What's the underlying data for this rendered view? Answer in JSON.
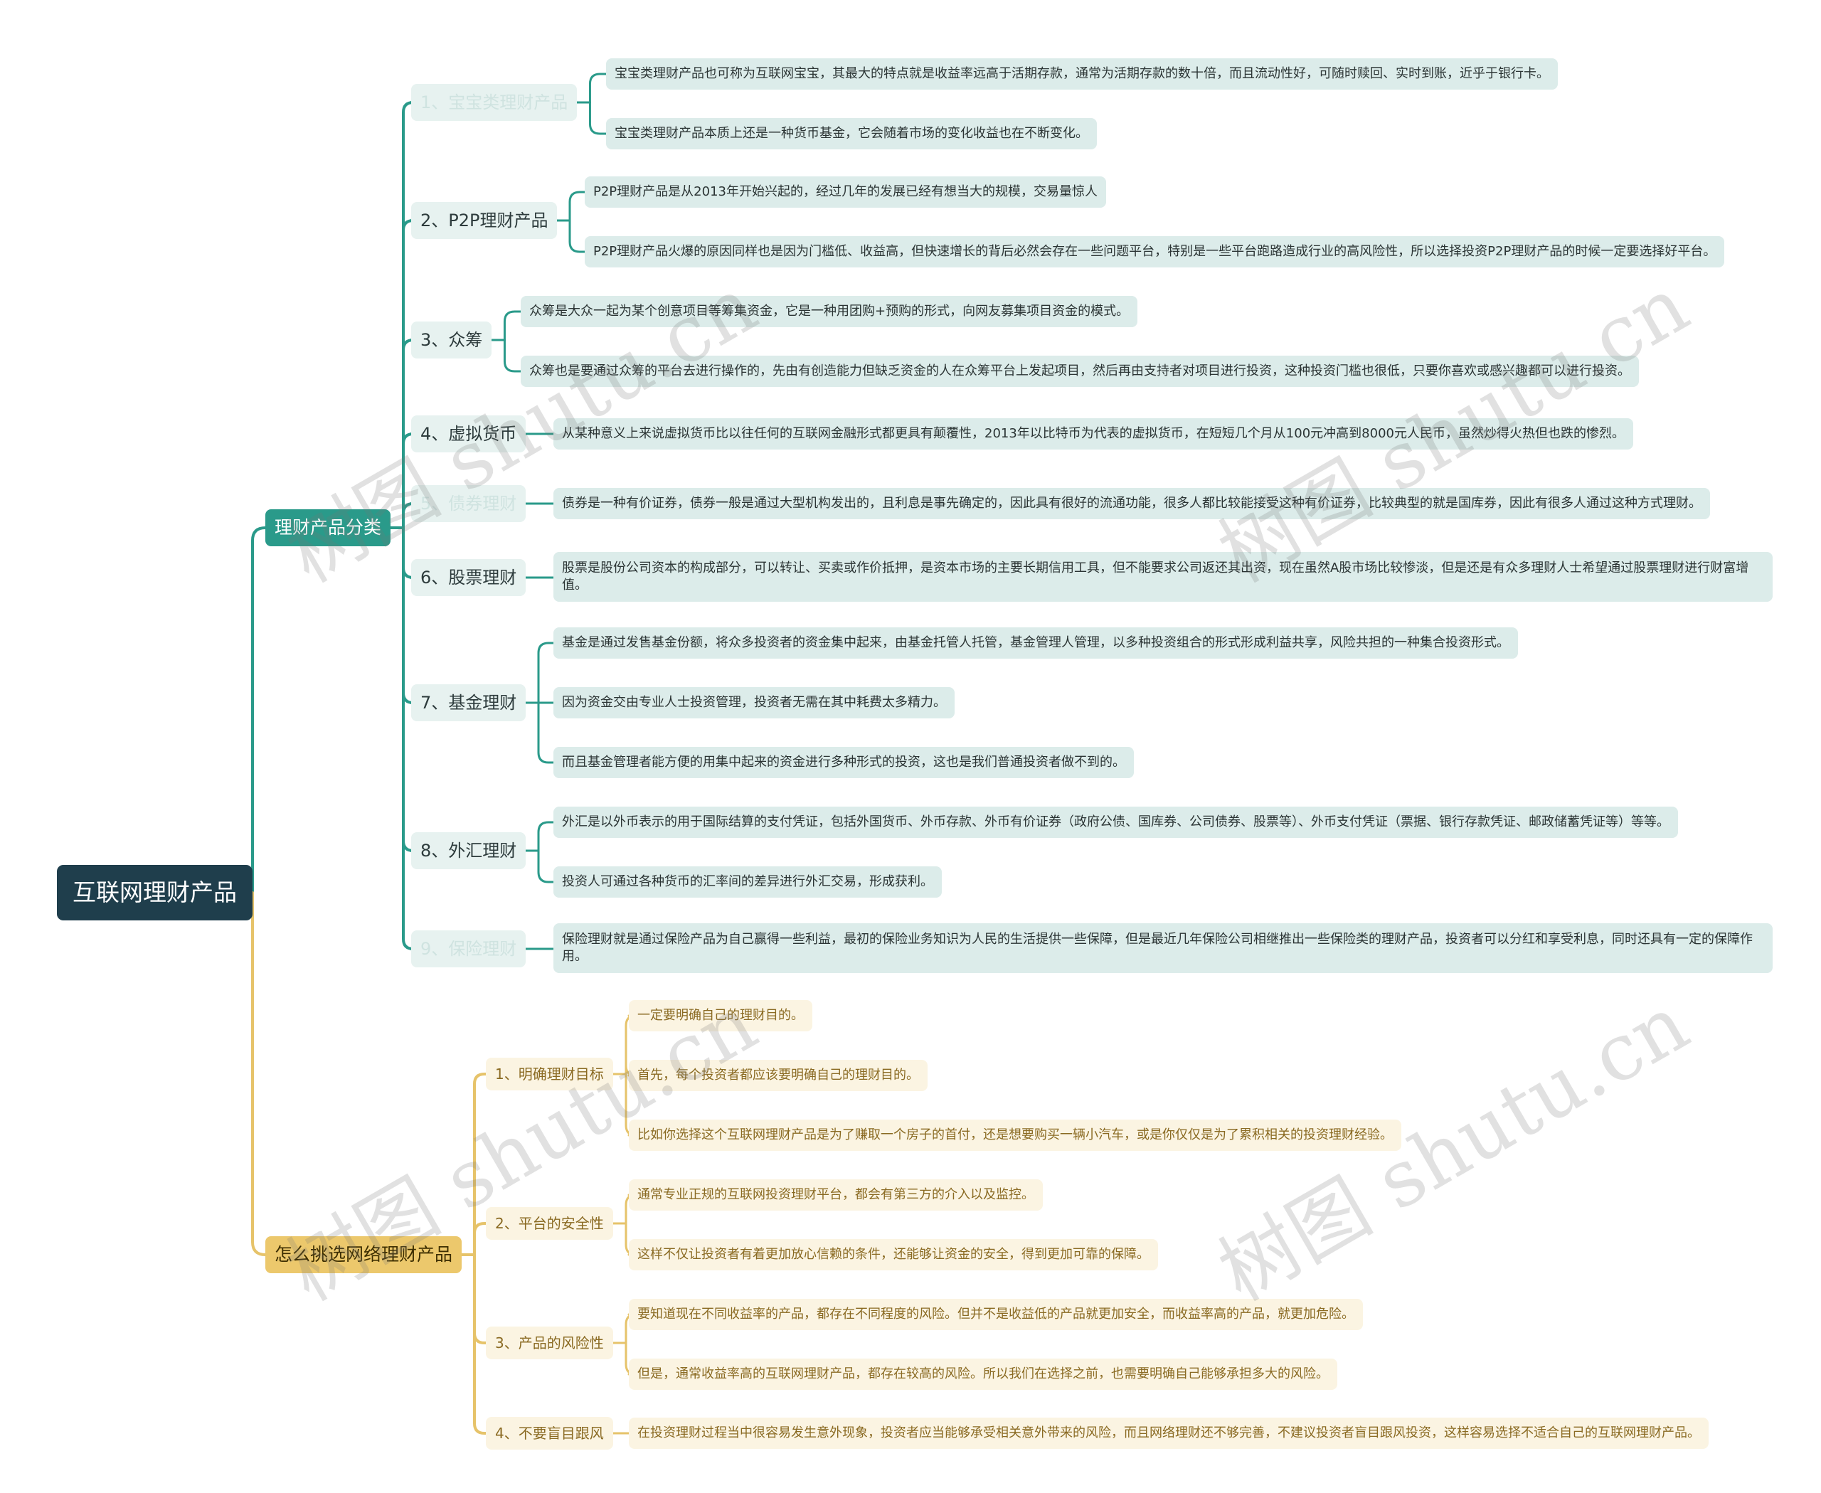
{
  "root": {
    "label": "互联网理财产品"
  },
  "categories": {
    "label": "理财产品分类",
    "items": [
      {
        "label": "1、宝宝类理财产品",
        "children": [
          "宝宝类理财产品也可称为互联网宝宝，其最大的特点就是收益率远高于活期存款，通常为活期存款的数十倍，而且流动性好，可随时赎回、实时到账，近乎于银行卡。",
          "宝宝类理财产品本质上还是一种货币基金，它会随着市场的变化收益也在不断变化。"
        ]
      },
      {
        "label": "2、P2P理财产品",
        "children": [
          "P2P理财产品是从2013年开始兴起的，经过几年的发展已经有想当大的规模，交易量惊人",
          "P2P理财产品火爆的原因同样也是因为门槛低、收益高，但快速增长的背后必然会存在一些问题平台，特别是一些平台跑路造成行业的高风险性，所以选择投资P2P理财产品的时候一定要选择好平台。"
        ]
      },
      {
        "label": "3、众筹",
        "children": [
          "众筹是大众一起为某个创意项目等筹集资金，它是一种用团购+预购的形式，向网友募集项目资金的模式。",
          "众筹也是要通过众筹的平台去进行操作的，先由有创造能力但缺乏资金的人在众筹平台上发起项目，然后再由支持者对项目进行投资，这种投资门槛也很低，只要你喜欢或感兴趣都可以进行投资。"
        ]
      },
      {
        "label": "4、虚拟货币",
        "children": [
          "从某种意义上来说虚拟货币比以往任何的互联网金融形式都更具有颠覆性，2013年以比特币为代表的虚拟货币，在短短几个月从100元冲高到8000元人民币，虽然炒得火热但也跌的惨烈。"
        ]
      },
      {
        "label": "5、债券理财",
        "children": [
          "债券是一种有价证券，债券一般是通过大型机构发出的，且利息是事先确定的，因此具有很好的流通功能，很多人都比较能接受这种有价证券，比较典型的就是国库券，因此有很多人通过这种方式理财。"
        ]
      },
      {
        "label": "6、股票理财",
        "children": [
          "股票是股份公司资本的构成部分，可以转让、买卖或作价抵押，是资本市场的主要长期信用工具，但不能要求公司返还其出资，现在虽然A股市场比较惨淡，但是还是有众多理财人士希望通过股票理财进行财富增值。"
        ]
      },
      {
        "label": "7、基金理财",
        "children": [
          "基金是通过发售基金份额，将众多投资者的资金集中起来，由基金托管人托管，基金管理人管理，以多种投资组合的形式形成利益共享，风险共担的一种集合投资形式。",
          "因为资金交由专业人士投资管理，投资者无需在其中耗费太多精力。",
          "而且基金管理者能方便的用集中起来的资金进行多种形式的投资，这也是我们普通投资者做不到的。"
        ]
      },
      {
        "label": "8、外汇理财",
        "children": [
          "外汇是以外币表示的用于国际结算的支付凭证，包括外国货币、外币存款、外币有价证券（政府公债、国库券、公司债券、股票等）、外币支付凭证（票据、银行存款凭证、邮政储蓄凭证等）等等。",
          "投资人可通过各种货币的汇率间的差异进行外汇交易，形成获利。"
        ]
      },
      {
        "label": "9、保险理财",
        "children": [
          "保险理财就是通过保险产品为自己赢得一些利益，最初的保险业务知识为人民的生活提供一些保障，但是最近几年保险公司相继推出一些保险类的理财产品，投资者可以分红和享受利息，同时还具有一定的保障作用。"
        ]
      }
    ]
  },
  "selection": {
    "label": "怎么挑选网络理财产品",
    "items": [
      {
        "label": "1、明确理财目标",
        "children": [
          "一定要明确自己的理财目的。",
          "首先，每个投资者都应该要明确自己的理财目的。",
          "比如你选择这个互联网理财产品是为了赚取一个房子的首付，还是想要购买一辆小汽车，或是你仅仅是为了累积相关的投资理财经验。"
        ]
      },
      {
        "label": "2、平台的安全性",
        "children": [
          "通常专业正规的互联网投资理财平台，都会有第三方的介入以及监控。",
          "这样不仅让投资者有着更加放心信赖的条件，还能够让资金的安全，得到更加可靠的保障。"
        ]
      },
      {
        "label": "3、产品的风险性",
        "children": [
          "要知道现在不同收益率的产品，都存在不同程度的风险。但并不是收益低的产品就更加安全，而收益率高的产品，就更加危险。",
          "但是，通常收益率高的互联网理财产品，都存在较高的风险。所以我们在选择之前，也需要明确自己能够承担多大的风险。"
        ]
      },
      {
        "label": "4、不要盲目跟风",
        "children": [
          "在投资理财过程当中很容易发生意外现象，投资者应当能够承受相关意外带来的风险，而且网络理财还不够完善，不建议投资者盲目跟风投资，这样容易选择不适合自己的互联网理财产品。"
        ]
      }
    ]
  },
  "watermark": "树图 shutu.cn",
  "colors": {
    "teal": "#2a9a8a",
    "gold": "#e6c36a",
    "root": "#1f3e4c"
  }
}
